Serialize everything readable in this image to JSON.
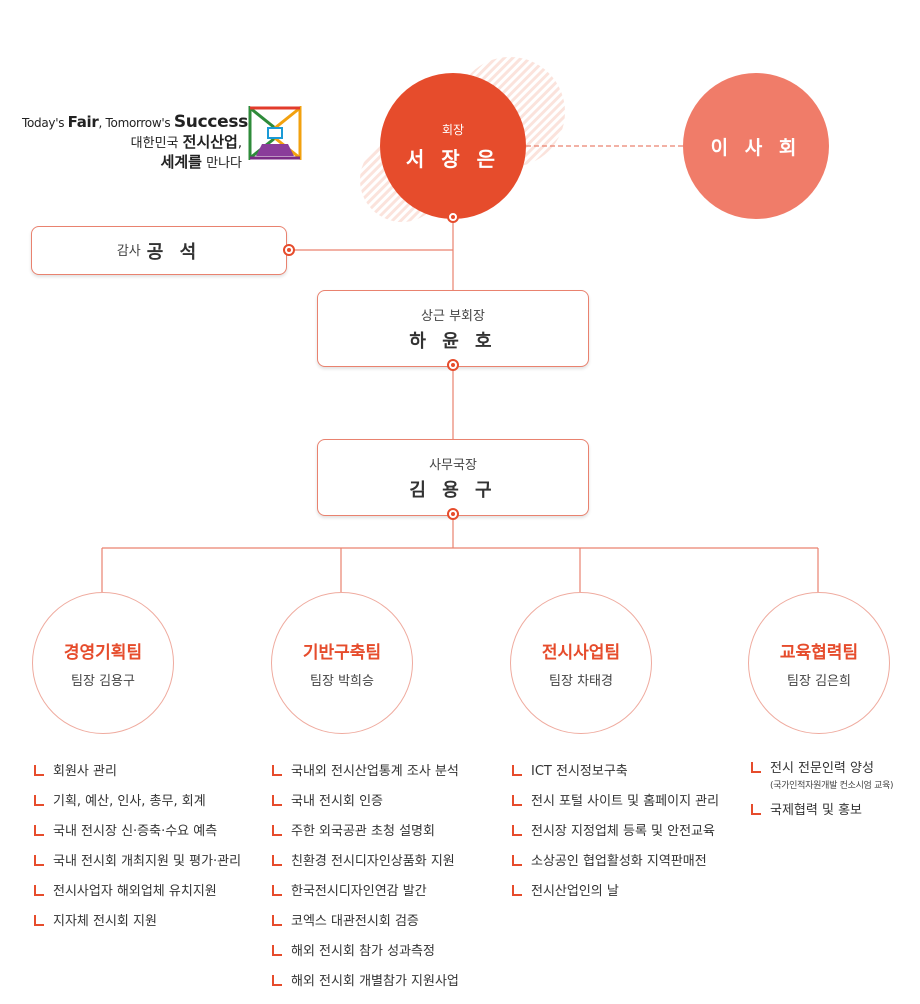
{
  "slogan": {
    "line1_pre": "Today's ",
    "line1_fair": "Fair",
    "line1_mid": ", Tomorrow's ",
    "line1_success": "Success",
    "line2_pre": "대한민국 ",
    "line2_bold": "전시산업",
    "line2_post": ",",
    "line3_bold": "세계를",
    "line3_post": " 만나다"
  },
  "chairman": {
    "role": "회장",
    "name": "서 장 은"
  },
  "board": {
    "name": "이 사 회"
  },
  "auditor": {
    "role": "감사",
    "name": "공 석"
  },
  "vice_chairman": {
    "role": "상근 부회장",
    "name": "하 윤 호"
  },
  "secretary_general": {
    "role": "사무국장",
    "name": "김 용 구"
  },
  "teams": [
    {
      "name": "경영기획팀",
      "leader": "팀장 김용구",
      "duties": [
        {
          "text": "회원사 관리"
        },
        {
          "text": "기획, 예산, 인사, 총무, 회계"
        },
        {
          "text": "국내 전시장 신·증축·수요 예측"
        },
        {
          "text": "국내 전시회 개최지원 및 평가·관리"
        },
        {
          "text": "전시사업자 해외업체 유치지원"
        },
        {
          "text": "지자체 전시회 지원"
        }
      ]
    },
    {
      "name": "기반구축팀",
      "leader": "팀장 박희승",
      "duties": [
        {
          "text": "국내외 전시산업통계 조사 분석"
        },
        {
          "text": "국내 전시회 인증"
        },
        {
          "text": "주한 외국공관 초청 설명회"
        },
        {
          "text": "친환경 전시디자인상품화 지원"
        },
        {
          "text": "한국전시디자인연감 발간"
        },
        {
          "text": "코엑스 대관전시회 검증"
        },
        {
          "text": "해외 전시회 참가 성과측정"
        },
        {
          "text": "해외 전시회 개별참가 지원사업"
        }
      ]
    },
    {
      "name": "전시사업팀",
      "leader": "팀장 차태경",
      "duties": [
        {
          "text": "ICT 전시정보구축"
        },
        {
          "text": "전시 포털 사이트 및 홈페이지 관리"
        },
        {
          "text": "전시장 지정업체 등록 및 안전교육"
        },
        {
          "text": "소상공인 협업활성화 지역판매전"
        },
        {
          "text": "전시산업인의 날"
        }
      ]
    },
    {
      "name": "교육협력팀",
      "leader": "팀장 김은희",
      "duties": [
        {
          "text": "전시 전문인력 양성",
          "sub": "(국가인적자원개발 컨소시엄 교육)"
        },
        {
          "text": "국제협력 및 홍보"
        }
      ]
    }
  ],
  "colors": {
    "primary": "#e64c2c",
    "board": "#f07c69",
    "line": "#e9826f",
    "hatch": "#fbe3dc"
  }
}
